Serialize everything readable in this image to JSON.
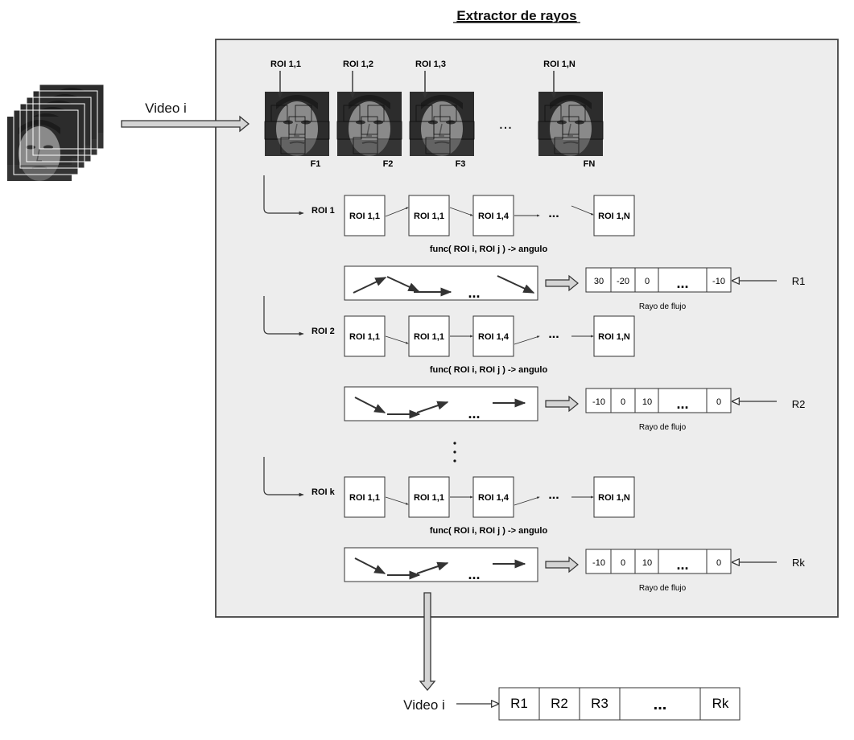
{
  "title": "Extractor de rayos",
  "input_label": "Video i",
  "roi_top_labels": [
    "ROI 1,1",
    "ROI 1,2",
    "ROI 1,3",
    "ROI 1,N"
  ],
  "frame_labels": [
    "F1",
    "F2",
    "F3",
    "FN"
  ],
  "ellipsis": "...",
  "rows": [
    {
      "roi_label": "ROI 1",
      "chain": [
        "ROI 1,1",
        "ROI 1,1",
        "ROI 1,4",
        "ROI 1,N"
      ],
      "func": "func( ROI i, ROI j  ) -> angulo",
      "ray_values": [
        "30",
        "-20",
        "0",
        "-10"
      ],
      "ray_caption": "Rayo de flujo",
      "ray_name": "R1"
    },
    {
      "roi_label": "ROI 2",
      "chain": [
        "ROI 1,1",
        "ROI 1,1",
        "ROI 1,4",
        "ROI 1,N"
      ],
      "func": "func( ROI i, ROI j  ) -> angulo",
      "ray_values": [
        "-10",
        "0",
        "10",
        "0"
      ],
      "ray_caption": "Rayo de flujo",
      "ray_name": "R2"
    },
    {
      "roi_label": "ROI k",
      "chain": [
        "ROI 1,1",
        "ROI 1,1",
        "ROI 1,4",
        "ROI 1,N"
      ],
      "func": "func( ROI i, ROI j  ) -> angulo",
      "ray_values": [
        "-10",
        "0",
        "10",
        "0"
      ],
      "ray_caption": "Rayo de flujo",
      "ray_name": "Rk"
    }
  ],
  "output_label": "Video i",
  "output_cells": [
    "R1",
    "R2",
    "R3",
    "...",
    "Rk"
  ]
}
